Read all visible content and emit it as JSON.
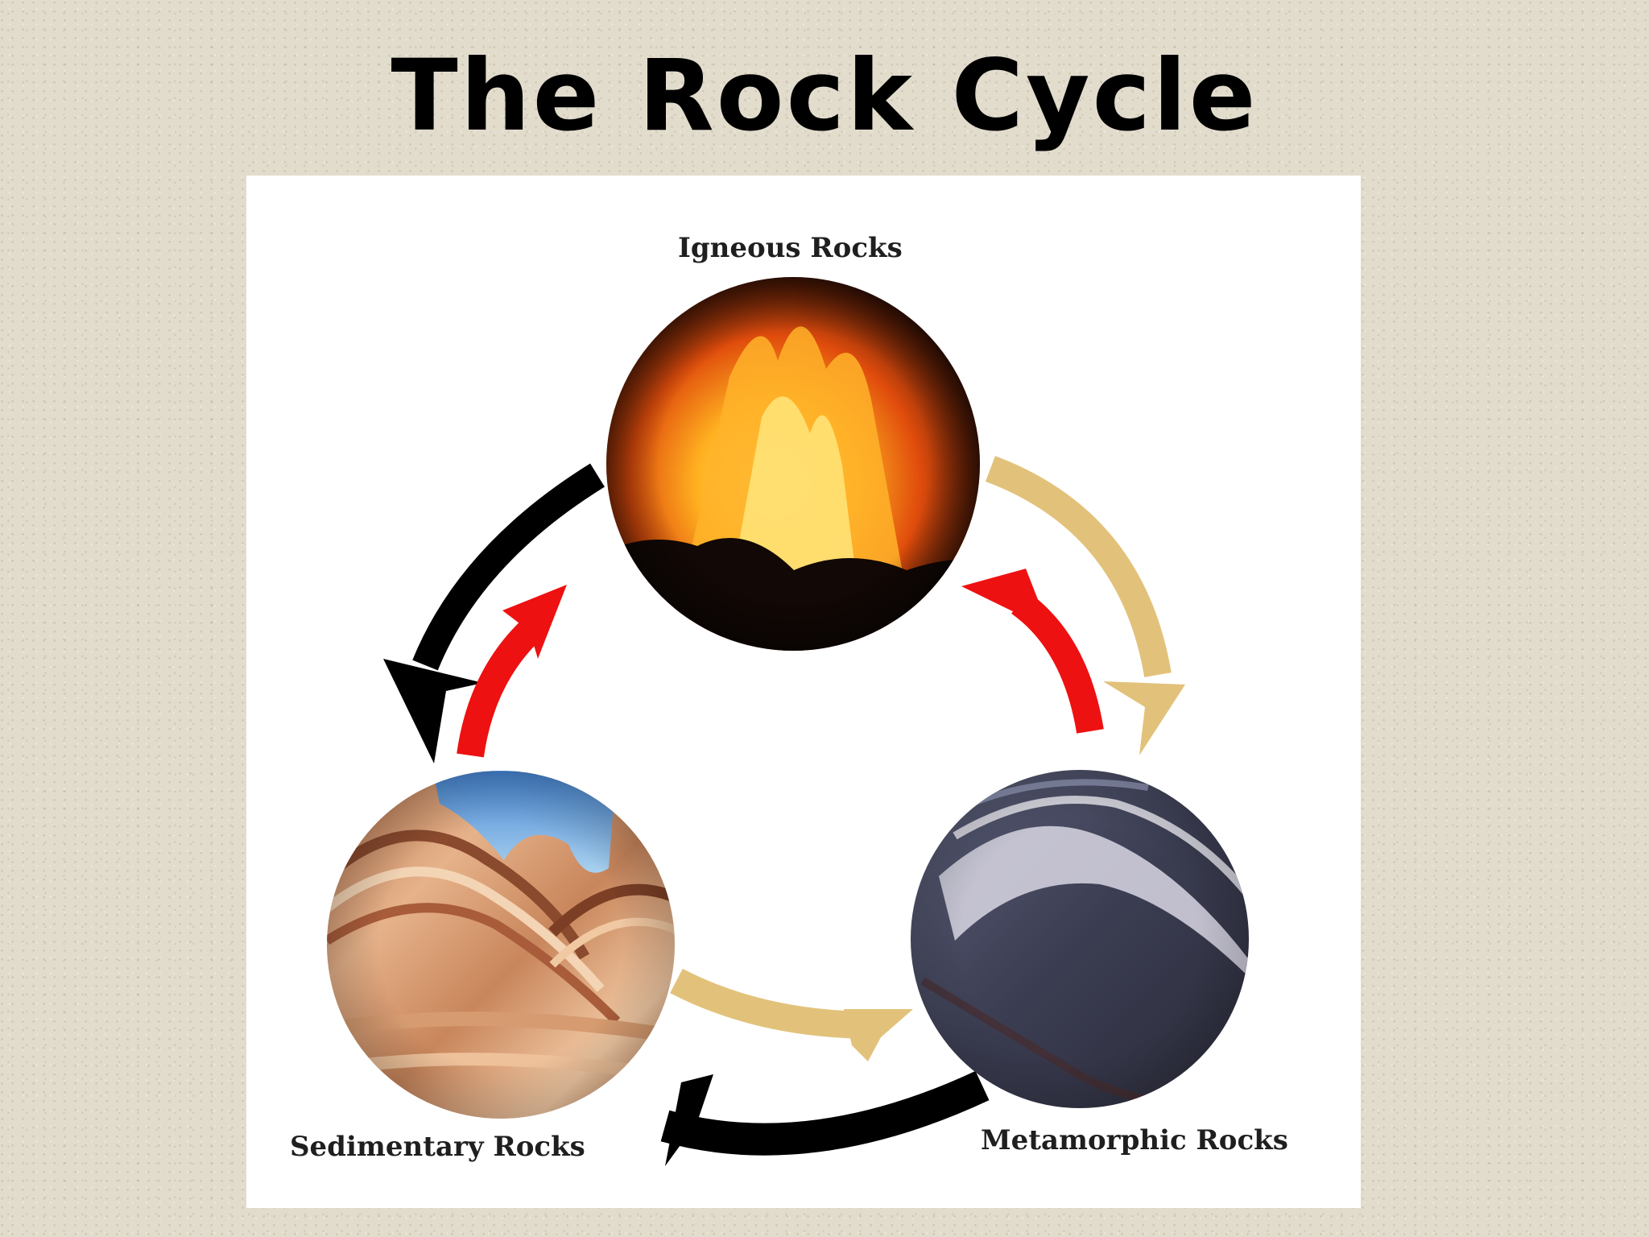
{
  "title": "The Rock Cycle",
  "rocks": {
    "igneous": {
      "label": "Igneous Rocks"
    },
    "sedimentary": {
      "label": "Sedimentary Rocks"
    },
    "metamorphic": {
      "label": "Metamorphic Rocks"
    }
  },
  "arrow_colors": {
    "black": "#000000",
    "red": "#ee1111",
    "gold": "#e2c27a"
  },
  "flows": [
    {
      "from": "igneous",
      "to": "sedimentary",
      "color": "black"
    },
    {
      "from": "sedimentary",
      "to": "igneous",
      "color": "red"
    },
    {
      "from": "igneous",
      "to": "metamorphic",
      "color": "gold"
    },
    {
      "from": "metamorphic",
      "to": "igneous",
      "color": "red"
    },
    {
      "from": "sedimentary",
      "to": "metamorphic",
      "color": "gold"
    },
    {
      "from": "metamorphic",
      "to": "sedimentary",
      "color": "black"
    }
  ]
}
